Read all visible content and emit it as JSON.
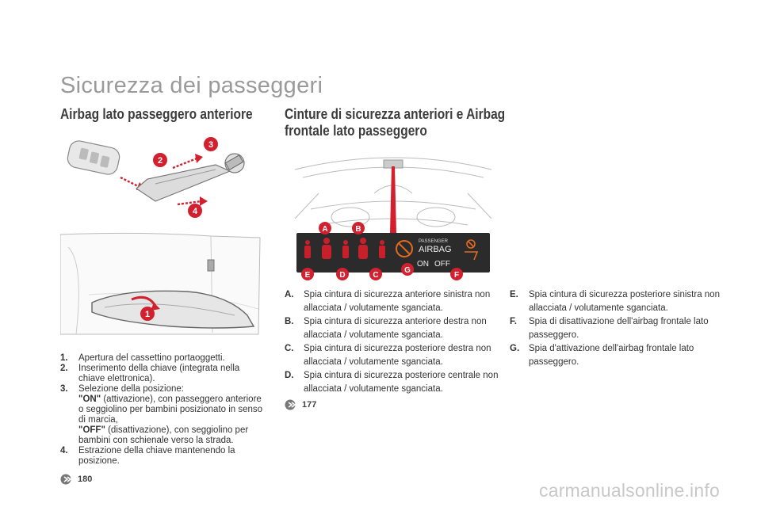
{
  "page_title": "Sicurezza dei passeggeri",
  "left_section": {
    "heading": "Airbag lato passeggero anteriore",
    "steps": [
      {
        "num": "1.",
        "text": "Apertura del cassettino portaoggetti."
      },
      {
        "num": "2.",
        "text": "Inserimento della chiave (integrata nella chiave elettronica)."
      },
      {
        "num": "3.",
        "text": "Selezione della posizione:",
        "on_label": "\"ON\"",
        "on_text": " (attivazione), con passeggero anteriore o seggiolino per bambini posizionato in senso di marcia,",
        "off_label": "\"OFF\"",
        "off_text": " (disattivazione), con seggiolino per bambini con schienale verso la strada."
      },
      {
        "num": "4.",
        "text": "Estrazione della chiave mantenendo la posizione."
      }
    ],
    "callouts": [
      "1",
      "2",
      "3",
      "4"
    ],
    "page_ref": "180"
  },
  "right_section": {
    "heading": "Cinture di sicurezza anteriori e Airbag frontale lato passeggero",
    "panel_labels": {
      "passenger": "PASSENGER",
      "airbag": "AIRBAG",
      "on": "ON",
      "off": "OFF"
    },
    "callouts": [
      "A",
      "B",
      "E",
      "D",
      "C",
      "G",
      "F"
    ],
    "items_mid": [
      {
        "letter": "A.",
        "text": "Spia cintura di sicurezza anteriore sinistra non allacciata / volutamente sganciata."
      },
      {
        "letter": "B.",
        "text": "Spia cintura di sicurezza anteriore destra non allacciata / volutamente sganciata."
      },
      {
        "letter": "C.",
        "text": "Spia cintura di sicurezza posteriore destra non allacciata / volutamente sganciata."
      },
      {
        "letter": "D.",
        "text": "Spia cintura di sicurezza posteriore centrale non allacciata / volutamente sganciata."
      }
    ],
    "items_right": [
      {
        "letter": "E.",
        "text": "Spia cintura di sicurezza posteriore sinistra non allacciata / volutamente sganciata."
      },
      {
        "letter": "F.",
        "text": "Spia di disattivazione dell'airbag frontale lato passeggero."
      },
      {
        "letter": "G.",
        "text": "Spia d'attivazione dell'airbag frontale lato passeggero."
      }
    ],
    "page_ref": "177"
  },
  "watermark": "carmanualsonline.info",
  "colors": {
    "callout_red": "#d3202f",
    "title_gray": "#9a9a9a",
    "panel_dark": "#2b2b2b",
    "warning_red": "#c8202a"
  }
}
